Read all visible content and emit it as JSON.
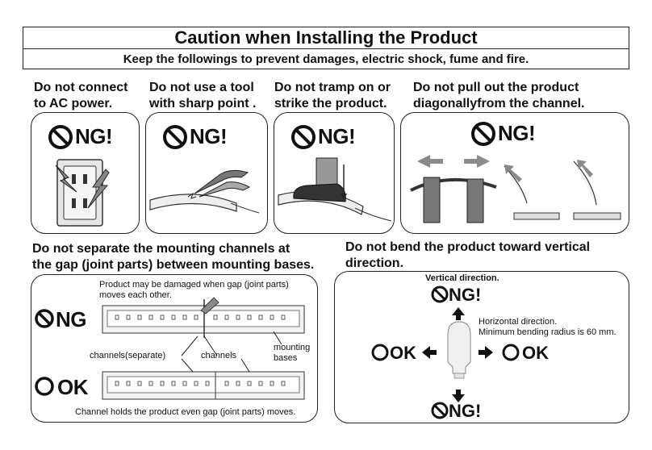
{
  "header": {
    "title": "Caution when Installing the Product",
    "subtitle": "Keep the followings to prevent damages, electric shock, fume and fire."
  },
  "warnings": [
    {
      "line1": "Do not connect",
      "line2": "to AC power.",
      "badge": "NG!"
    },
    {
      "line1": "Do not use a tool",
      "line2": "with sharp point .",
      "badge": "NG!"
    },
    {
      "line1": "Do not tramp on or",
      "line2": "strike the product.",
      "badge": "NG!"
    },
    {
      "line1": "Do not pull out the product",
      "line2": "diagonallyfrom the channel.",
      "badge": "NG!"
    }
  ],
  "channels_section": {
    "heading_line1": "Do not separate the mounting channels at",
    "heading_line2": "the gap (joint parts) between mounting bases.",
    "ng_badge": "NG",
    "ok_badge": "OK",
    "note_top_line1": "Product may be damaged when gap (joint parts)",
    "note_top_line2": "moves each other.",
    "label_separate": "channels(separate)",
    "label_channels": "channels",
    "label_mounting_line1": "mounting",
    "label_mounting_line2": "bases",
    "note_bottom": "Channel holds the product even gap (joint parts) moves."
  },
  "bend_section": {
    "heading_line1": "Do not bend the product toward vertical",
    "heading_line2": "direction.",
    "vertical_label": "Vertical direction.",
    "ng_top": "NG!",
    "ng_bottom": "NG!",
    "horizontal_line1": "Horizontal direction.",
    "horizontal_line2": "Minimum bending radius is 60 mm.",
    "ok_left": "OK",
    "ok_right": "OK"
  },
  "icons": [
    "prohibited-icon",
    "ok-circle-icon",
    "arrow-icon",
    "outlet-icon",
    "pliers-icon",
    "shoe-icon",
    "hand-icon",
    "led-strip-icon"
  ],
  "colors": {
    "ink": "#111111",
    "arrow_gray": "#8a8a8a",
    "panel_border": "#222222"
  }
}
